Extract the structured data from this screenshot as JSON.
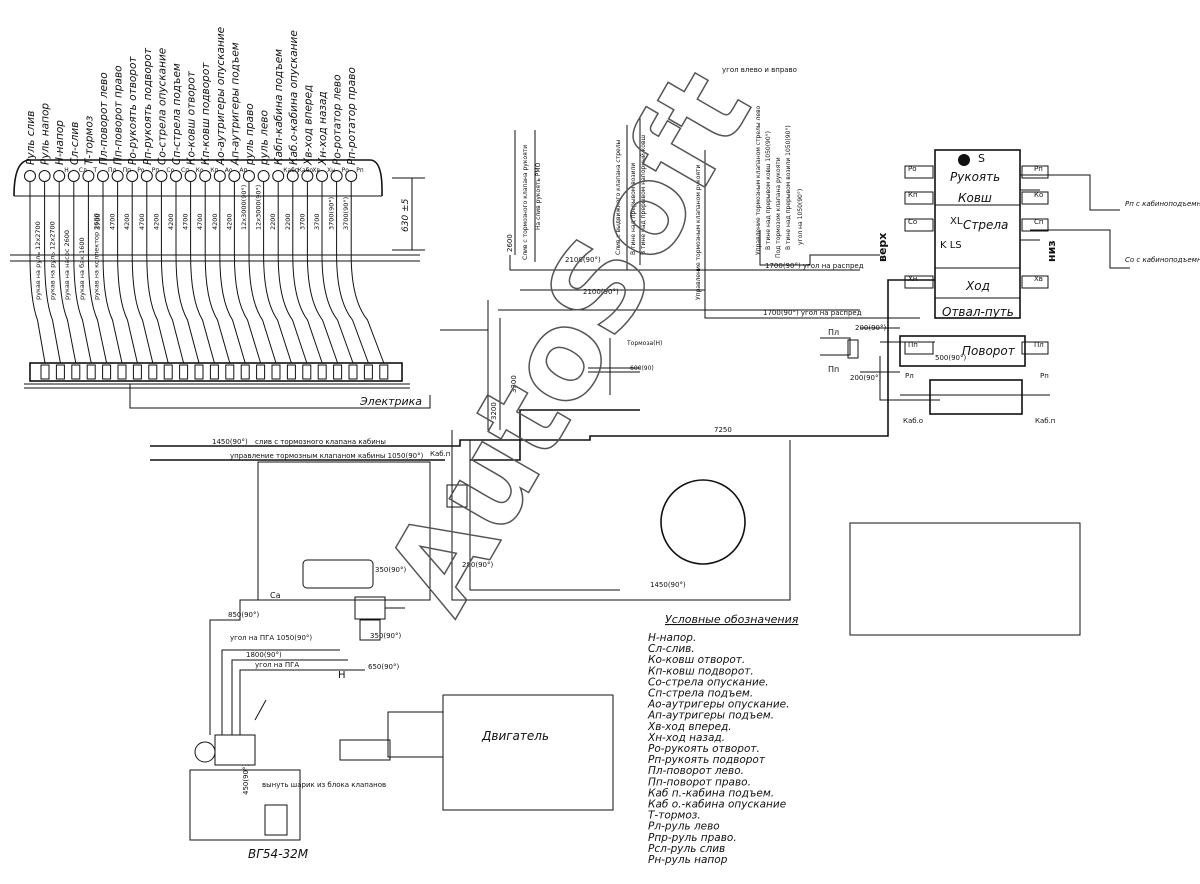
{
  "top_labels": [
    "Руль слив",
    "Руль напор",
    "Н-напор",
    "Сл-слив",
    "Т-тормоз",
    "Пл-поворот лево",
    "Пп-поворот право",
    "Ро-рукоять отворот",
    "Рп-рукоять подворот",
    "Со-стрела опускание",
    "Сп-стрела подъем",
    "Ко-ковш отворот",
    "Кп-ковш подворот",
    "Ао-аутригеры опускание",
    "Ап-аутригеры подъем",
    "руль право",
    "руль лево",
    "Кабп-кабина подъем",
    "Каб.о-кабина опускание",
    "Хв-ход вперед",
    "Хн-ход назад",
    "Ро-ротатор лево",
    "Рп-ротатор право"
  ],
  "port_letters": [
    "",
    "",
    "Н",
    "Сл",
    "Т",
    "Пл",
    "Пп",
    "Ро",
    "Рп",
    "Со",
    "Сп",
    "Ко",
    "Кп",
    "Ао",
    "Ап",
    "",
    "",
    "Кабп",
    "Кабо",
    "Хв",
    "Хн",
    "Ро",
    "Рп"
  ],
  "hose_labels": [
    "рукав на руль 12х2700",
    "рукав на руль 12х2700",
    "рукав на насос 2600",
    "рукав на бак 1600",
    "рукав на коллектор 2600",
    "3700",
    "4700",
    "4200",
    "4700",
    "4200",
    "4200",
    "4700",
    "4700",
    "4200",
    "4200",
    "12х3000(90°)",
    "12х3000(90°)",
    "2200",
    "2200",
    "3700",
    "3700",
    "3700(90°)",
    "3700(90°)"
  ],
  "dims": {
    "d_630": "630 ±5",
    "d_2600": "2600",
    "d_2100a": "2100(90°)",
    "d_2100b": "2100(90°)",
    "d_1700": "1700(90°) угол на распред",
    "d_1700b": "1700(90°) угол на распред",
    "d_2000": "200(90°)",
    "d_2000b": "200(90°)",
    "d_500": "500(90°)",
    "d_7250": "7250",
    "d_1450a": "1450(90°)",
    "d_1450b": "1450(90°)",
    "d_1050": "управление тормозным клапаном кабины 1050(90°)",
    "d_850": "850(90°)",
    "d_1800": "1800(90°)",
    "d_650": "650(90°)",
    "d_350a": "350(90°)",
    "d_350b": "350(90°)",
    "d_280": "280(90°)",
    "d_600": "600(90)",
    "d_1050b": "угол на ПГА 1050(90°)",
    "d_pga": "угол на ПГА",
    "d_450": "450(90°)",
    "d_slivtorm": "слив с тормозного клапана кабины",
    "d_kab": "Каб.п",
    "d_3200": "3200",
    "d_3300": "3300"
  },
  "angle_top": "угол влево и вправо",
  "vertical_notes": [
    "Слив с тормозного клапана рукояти",
    "На слив рукоять РМО",
    "Слив с выдвижного клапана стрелы",
    "В тине над прерывом возили",
    "В тине над прерывом напорный ковш",
    "Управление тормозным клапаном рукояти",
    "Управление тормозным клапаном стрелы лево",
    "В тине над прерывом ковш 1050(90°)",
    "Под тормозом клапана рукояти",
    "В тине над прерывом возили 1050(90°)",
    "угол на 1050(90°)"
  ],
  "distributor": {
    "S": "S",
    "sections": [
      "Рукоять",
      "Ковш",
      "Стрела",
      "Ход",
      "Отвал-путь",
      "Поворот"
    ],
    "xl": "XL",
    "kls": "K LS",
    "top_label": "верх",
    "bottom_label": "низ",
    "ports_left": [
      "Ро",
      "Кп",
      "Со",
      "Хн",
      "Пп"
    ],
    "ports_right": [
      "Рп",
      "Ко",
      "Сп",
      "Хв",
      "Пл"
    ],
    "note_rp": "Рп с кабиноподъемника",
    "note_so": "Со с кабиноподъемника",
    "pl": "Пл",
    "pp": "Пп",
    "rl": "Рл",
    "rp2": "Рп",
    "kabo": "Каб.о",
    "kab2": "Каб.п"
  },
  "electrics": "Электрика",
  "tormoz": "Тормоза(Н)",
  "h_letter": "Н",
  "sa": "Са",
  "sharik": "вынуть шарик из блока клапанов",
  "engine": "Двигатель",
  "pump": "ВГ54-32М",
  "legend": {
    "title": "Условные обозначения",
    "items": [
      "Н-напор.",
      "Сл-слив.",
      "Ко-ковш отворот.",
      "Кп-ковш подворот.",
      "Со-стрела опускание.",
      "Сп-стрела подъем.",
      "Ао-аутригеры опускание.",
      "Ап-аутригеры подъем.",
      "Хв-ход вперед.",
      "Хн-ход назад.",
      "Ро-рукоять отворот.",
      "Рп-рукоять подворот",
      "Пл-поворот лево.",
      "Пп-поворот право.",
      "Каб п.-кабина подъем.",
      "Каб о.-кабина опускание",
      "Т-тормоз.",
      "Рл-руль лево",
      "Рпр-руль право.",
      "Рсл-руль слив",
      "Рн-руль напор"
    ]
  },
  "watermark": "AutoSoft"
}
